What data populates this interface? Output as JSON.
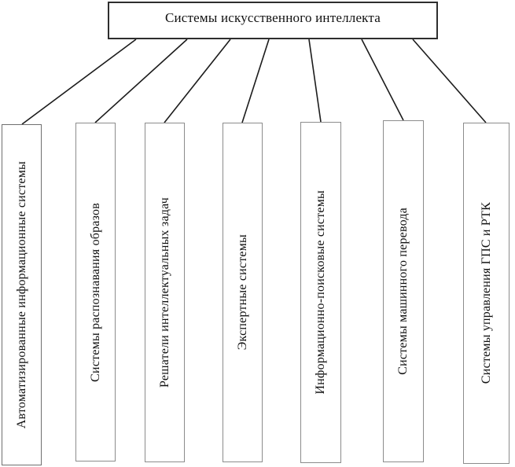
{
  "diagram": {
    "title": "Системы искусственного интеллекта",
    "branches": [
      {
        "label": "Автоматизированные информационные системы"
      },
      {
        "label": "Системы распознавания образов"
      },
      {
        "label": "Решатели интеллектуальных задач"
      },
      {
        "label": "Экспертные системы"
      },
      {
        "label": "Информационно-поисковые системы"
      },
      {
        "label": "Системы машинного перевода"
      },
      {
        "label": "Системы управления ГПС и РТК"
      }
    ],
    "colors": {
      "background": "#ffffff",
      "root_border": "#2e2e2e",
      "branch_border": "#8c8c8c",
      "connector_line": "#1c1c1c",
      "text": "#111111"
    }
  }
}
